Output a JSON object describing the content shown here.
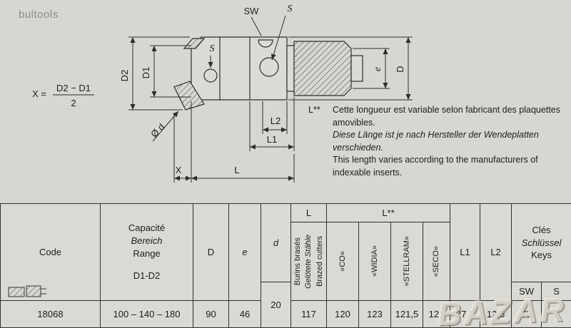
{
  "watermarks": {
    "top_left": "bultools",
    "bottom_right": "BAZAR"
  },
  "drawing": {
    "labels": {
      "sw": "SW",
      "s_top": "S",
      "s_left": "S",
      "d2": "D2",
      "d1": "D1",
      "e": "e",
      "d_outer": "D",
      "phi_d": "Ø d",
      "l2": "L2",
      "l1": "L1",
      "x_dim": "X",
      "l_dim": "L",
      "formula_lhs": "X =",
      "formula_num": "D2 − D1",
      "formula_den": "2"
    },
    "note": {
      "marker": "L**",
      "fr": "Cette longueur est variable selon fabricant des plaquettes amovibles.",
      "de": "Diese Länge ist je nach Hersteller der Wendeplatten verschieden.",
      "en": "This length varies according to the manufacturers of indexable inserts."
    }
  },
  "table": {
    "headers": {
      "code": "Code",
      "capacity_lines": [
        "Capacité",
        "Bereich",
        "Range",
        "D1-D2"
      ],
      "d_col": "D",
      "e_col": "e",
      "small_d": "d",
      "l_col": "L",
      "l_star": "L**",
      "brazed_lines": [
        "Burins brasés",
        "Gelötete Stähle",
        "Brazed cutters"
      ],
      "makers": [
        "«CO»",
        "«WIDIA»",
        "«STELLRAM»",
        "«SECO»"
      ],
      "l1": "L1",
      "l2": "L2",
      "keys_lines": [
        "Clés",
        "Schlüssel",
        "Keys"
      ],
      "sw": "SW",
      "s": "S"
    },
    "row": {
      "code": "18068",
      "range": "100 – 140 – 180",
      "d": "90",
      "e": "46",
      "small_d": "20",
      "brazed": "117",
      "co": "120",
      "widia": "123",
      "stellram": "121,5",
      "seco": "121",
      "l1": "27,5",
      "l2": "12,5",
      "sw": "75",
      "s": "6"
    }
  }
}
